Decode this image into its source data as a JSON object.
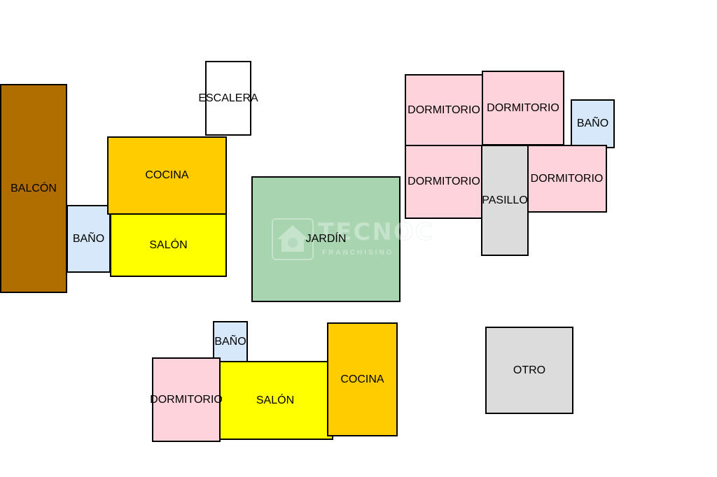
{
  "colors": {
    "balcon": "#b06e00",
    "bano": "#d6e8fa",
    "cocina": "#ffcc00",
    "salon": "#ffff00",
    "jardin": "#a8d5b0",
    "dormitorio": "#ffd3dc",
    "pasillo": "#dcdcdc",
    "otro": "#dcdcdc",
    "escalera": "#ffffff"
  },
  "rooms": {
    "balcon": "BALCÓN",
    "bano_1": "BAÑO",
    "cocina_1": "COCINA",
    "salon_1": "SALÓN",
    "escalera": "ESCALERA",
    "jardin": "JARDÍN",
    "dormitorio_1": "DORMITORIO",
    "dormitorio_2": "DORMITORIO",
    "bano_2": "BAÑO",
    "dormitorio_3": "DORMITORIO",
    "pasillo": "PASILLO",
    "dormitorio_4": "DORMITORIO",
    "bano_3": "BAÑO",
    "dormitorio_5": "DORMITORIO",
    "salon_2": "SALÓN",
    "cocina_2": "COCINA",
    "otro": "OTRO"
  },
  "watermark": {
    "brand": "TECNOC",
    "tagline": "FRANCHISING"
  }
}
